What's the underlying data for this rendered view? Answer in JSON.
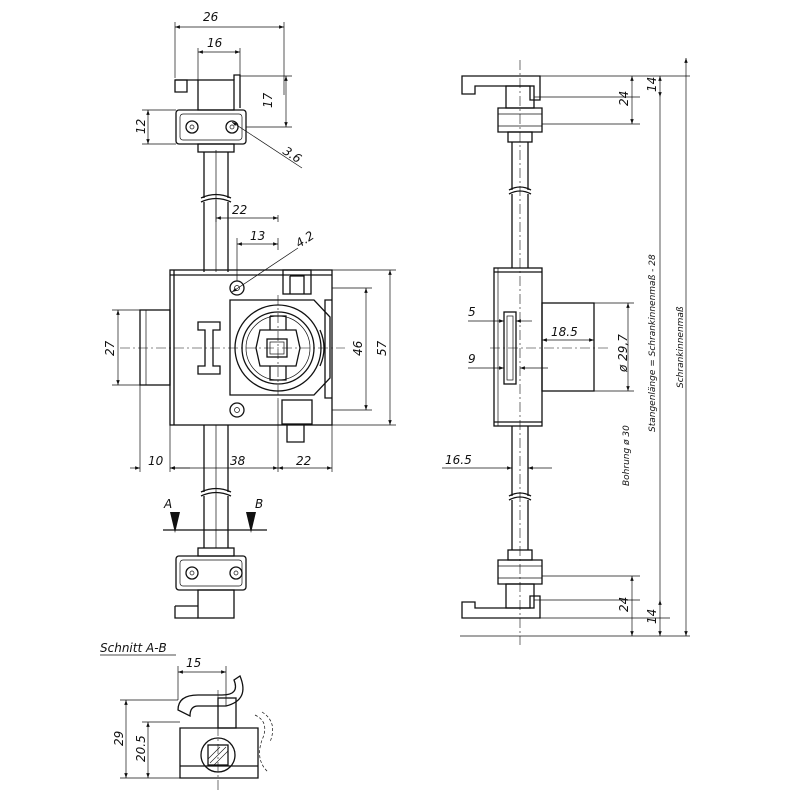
{
  "front_view": {
    "dimensions": {
      "rod_guide_outer_width": "26",
      "rod_guide_inner_width": "16",
      "guide_height": "17",
      "guide_bracket_height": "12",
      "hole_diameter": "3.6",
      "cam_offset": "22",
      "pin_offset": "13",
      "pin_diameter": "4.2",
      "cylinder_height": "27",
      "cam_height": "46",
      "case_height": "57",
      "backset_left": "10",
      "case_width": "38",
      "backset_right": "22"
    },
    "section_markers": {
      "left": "A",
      "right": "B"
    }
  },
  "side_view": {
    "dimensions": {
      "top_hook_length": "24",
      "top_hook_offset": "14",
      "slot_width": "5",
      "cylinder_length": "18.5",
      "cylinder_diameter": "ø 29,7",
      "slot_offset": "9",
      "rod_distance": "16.5",
      "bottom_hook_length": "24",
      "bottom_hook_offset": "14"
    },
    "notes": {
      "bore": "Bohrung ø 30",
      "rod_length": "Stangenlänge = Schrankinnenmaß - 28",
      "cabinet_inner": "Schrankinnenmaß"
    }
  },
  "section_view": {
    "title": "Schnitt A-B",
    "dimensions": {
      "hook_width": "15",
      "total_height": "29",
      "axis_height": "20.5"
    }
  }
}
